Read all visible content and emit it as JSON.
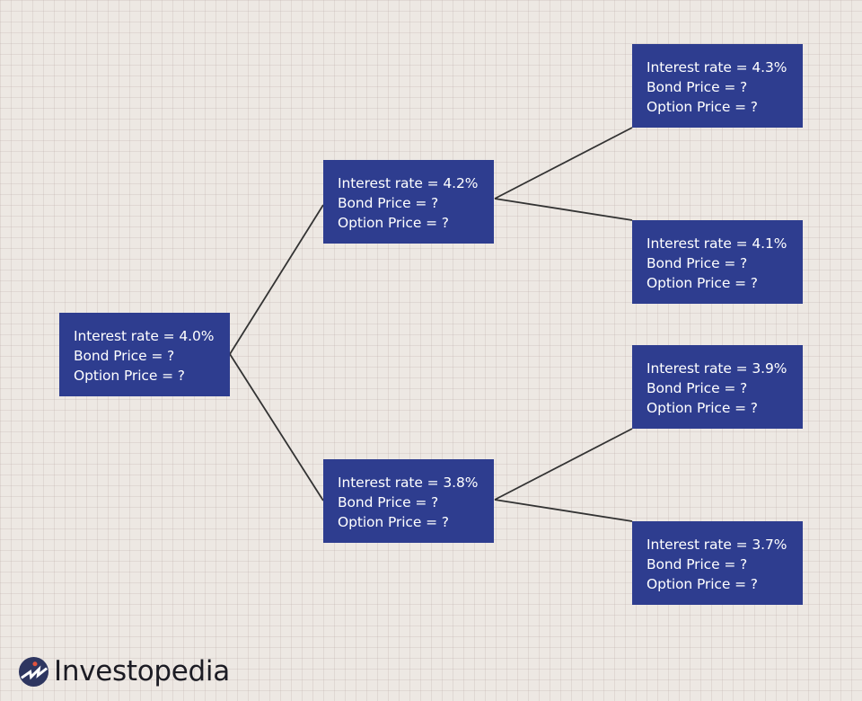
{
  "diagram": {
    "type": "binomial-interest-rate-tree",
    "colors": {
      "node_fill": "#2e3d8f",
      "node_text": "#ffffff",
      "connector": "#333333",
      "background": "#ede8e3"
    },
    "nodes": [
      {
        "id": "root",
        "level": 0,
        "rate_label": "Interest rate = 4.0%",
        "bond_label": "Bond Price = ?",
        "option_label": "Option Price = ?"
      },
      {
        "id": "up",
        "level": 1,
        "rate_label": "Interest rate = 4.2%",
        "bond_label": "Bond Price = ?",
        "option_label": "Option Price = ?"
      },
      {
        "id": "down",
        "level": 1,
        "rate_label": "Interest rate = 3.8%",
        "bond_label": "Bond Price = ?",
        "option_label": "Option Price = ?"
      },
      {
        "id": "up-up",
        "level": 2,
        "rate_label": "Interest rate = 4.3%",
        "bond_label": "Bond Price = ?",
        "option_label": "Option Price = ?"
      },
      {
        "id": "up-down",
        "level": 2,
        "rate_label": "Interest rate = 4.1%",
        "bond_label": "Bond Price = ?",
        "option_label": "Option Price = ?"
      },
      {
        "id": "down-up",
        "level": 2,
        "rate_label": "Interest rate = 3.9%",
        "bond_label": "Bond Price = ?",
        "option_label": "Option Price = ?"
      },
      {
        "id": "down-down",
        "level": 2,
        "rate_label": "Interest rate = 3.7%",
        "bond_label": "Bond Price = ?",
        "option_label": "Option Price = ?"
      }
    ],
    "edges": [
      {
        "from": "root",
        "to": "up"
      },
      {
        "from": "root",
        "to": "down"
      },
      {
        "from": "up",
        "to": "up-up"
      },
      {
        "from": "up",
        "to": "up-down"
      },
      {
        "from": "down",
        "to": "down-up"
      },
      {
        "from": "down",
        "to": "down-down"
      }
    ]
  },
  "branding": {
    "logo_icon": "investopedia-logo-icon",
    "logo_text": "Investopedia",
    "logo_colors": {
      "circle": "#2e3660",
      "dot": "#e2533d",
      "text": "#1c1c24"
    }
  }
}
